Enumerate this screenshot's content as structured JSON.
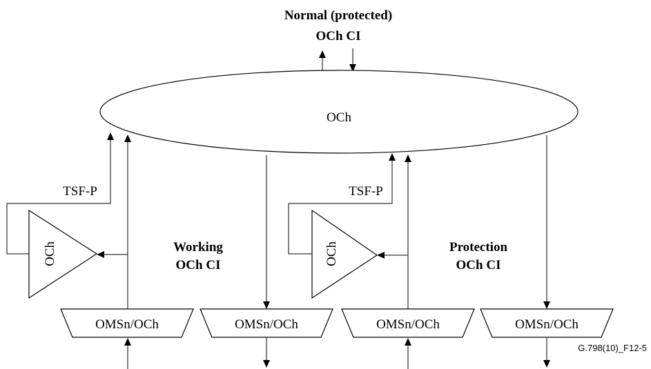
{
  "top_label": {
    "line1": "Normal (protected)",
    "line2": "OCh CI"
  },
  "main_ellipse": {
    "label": "OCh"
  },
  "left_selector": {
    "label": "OCh",
    "signal": "TSF-P"
  },
  "right_selector": {
    "label": "OCh",
    "signal": "TSF-P"
  },
  "working_label": {
    "line1": "Working",
    "line2": "OCh CI"
  },
  "protection_label": {
    "line1": "Protection",
    "line2": "OCh CI"
  },
  "adaptation_blocks": [
    "OMSn/OCh",
    "OMSn/OCh",
    "OMSn/OCh",
    "OMSn/OCh"
  ],
  "figure_id": "G.798(10)_F12-5"
}
